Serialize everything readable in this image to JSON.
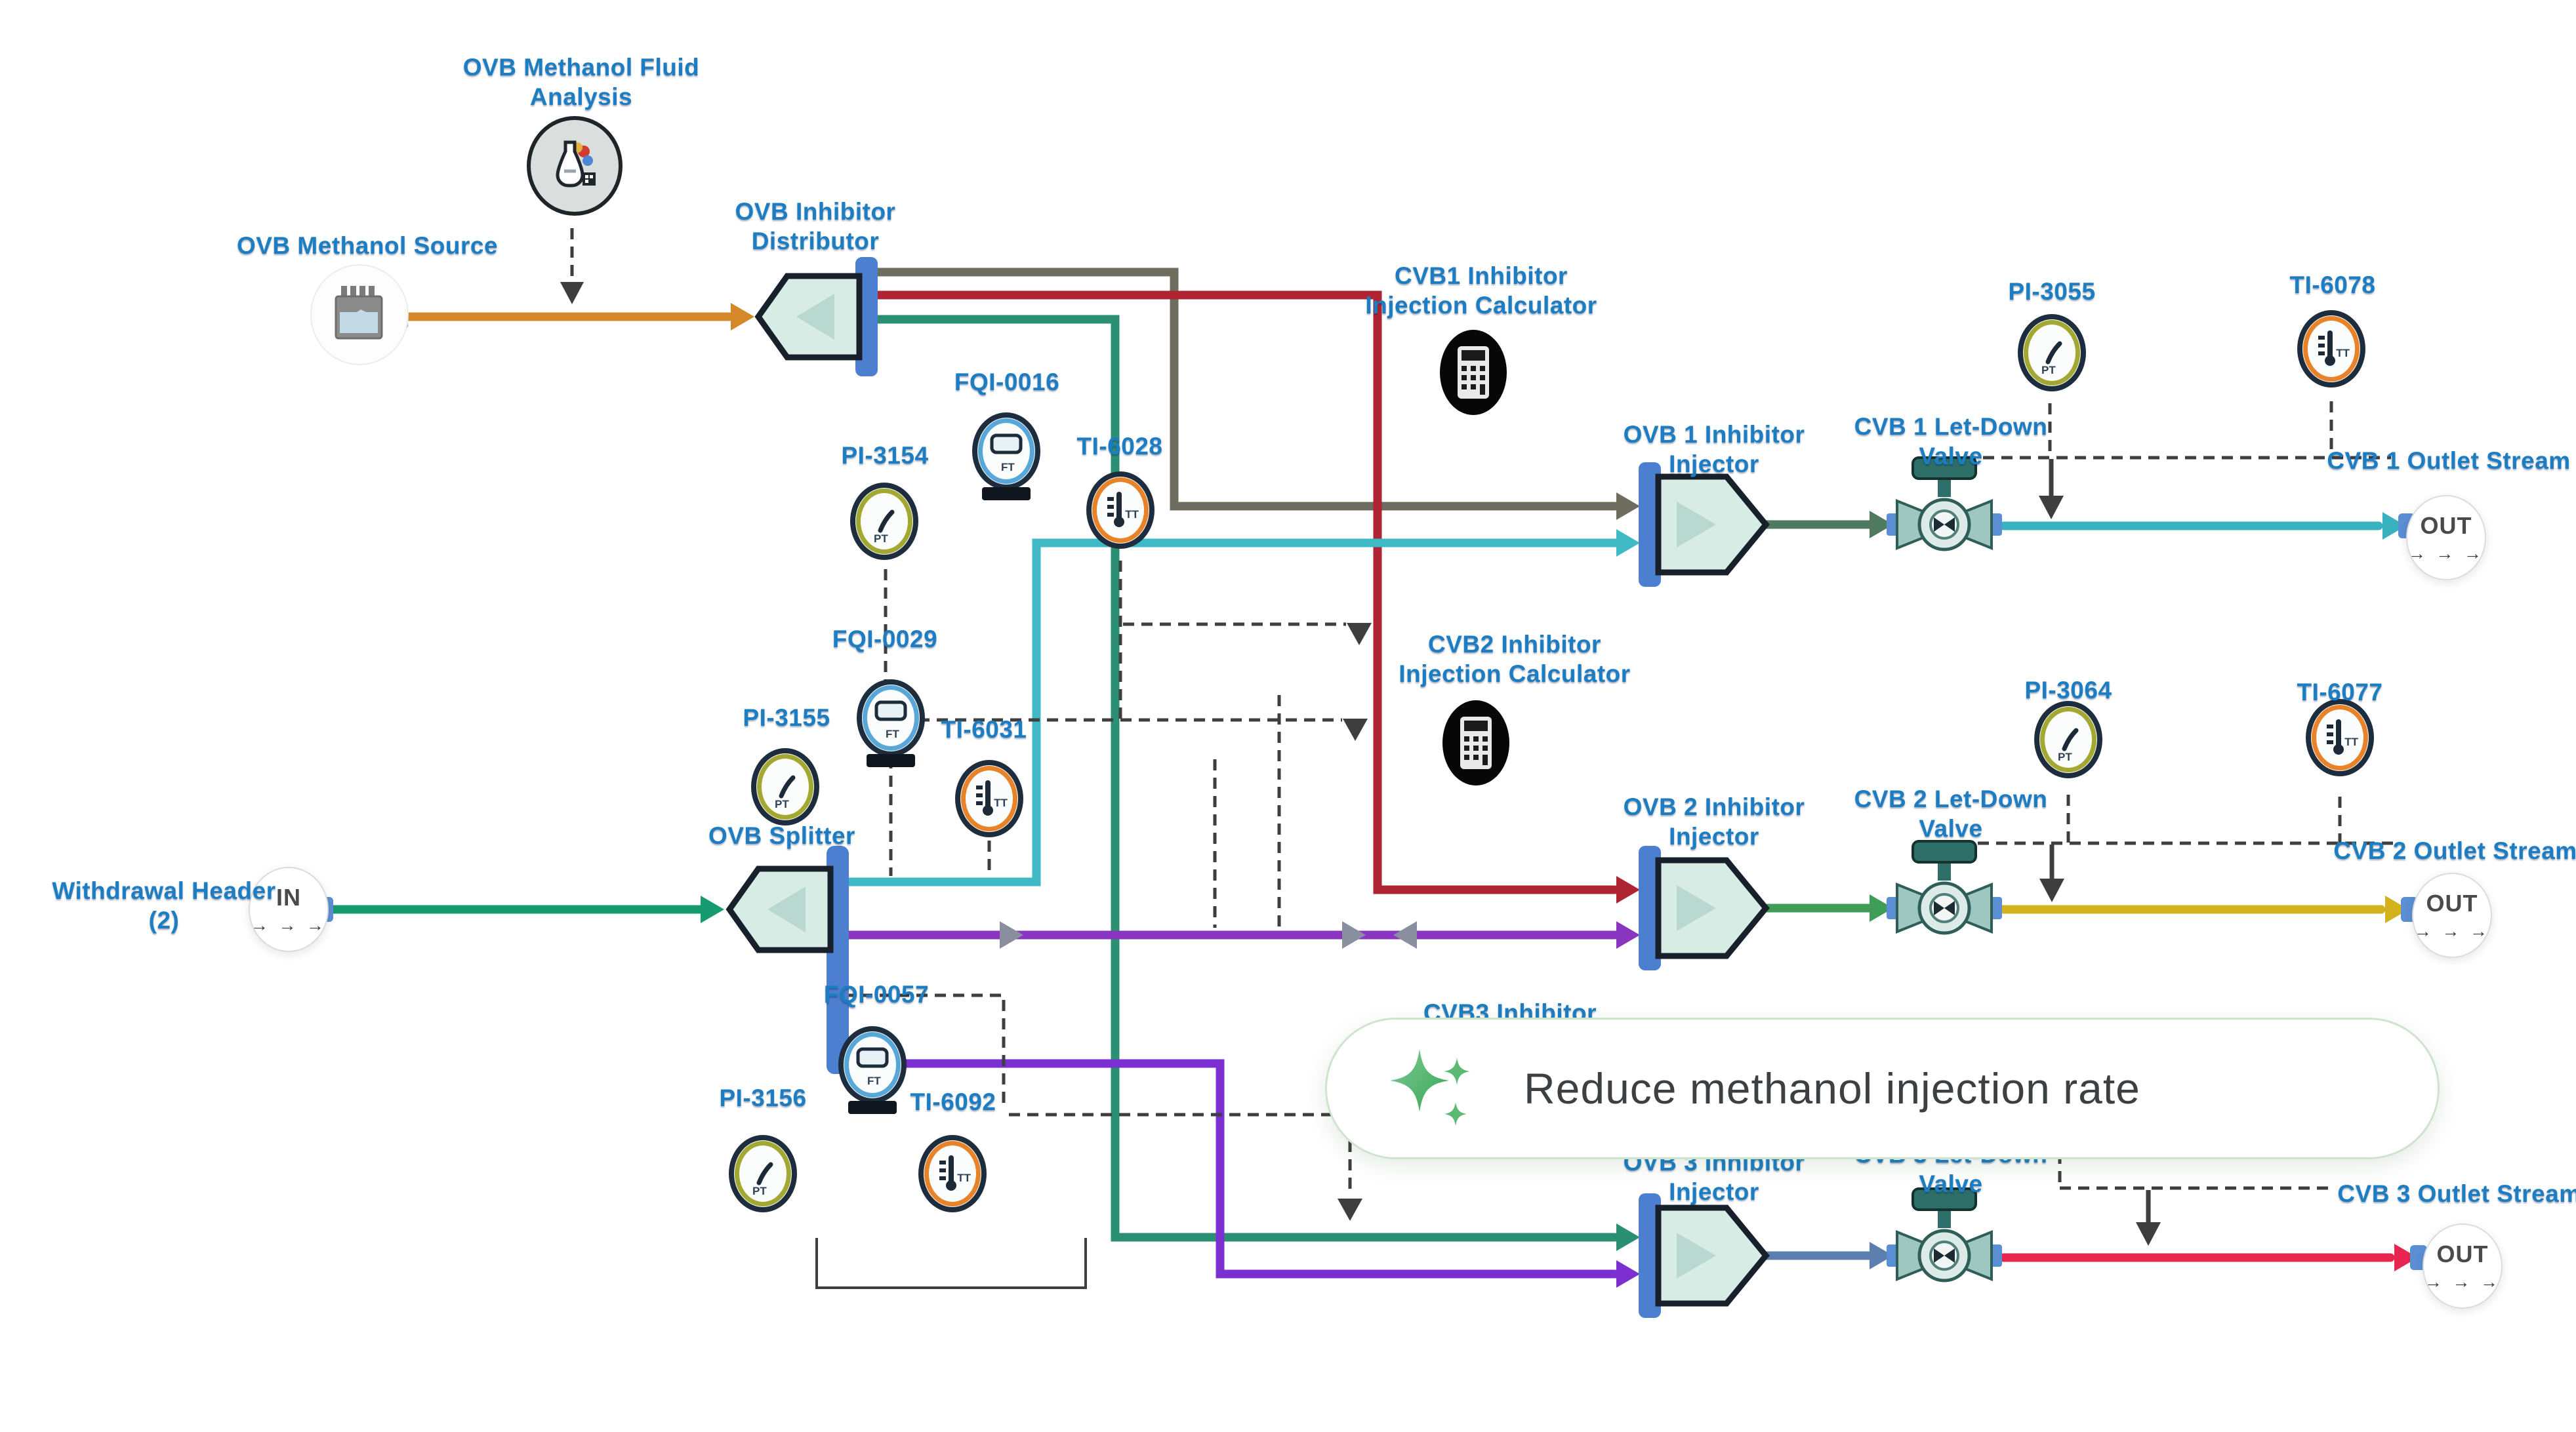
{
  "colors": {
    "label_blue": "#1d7dc2",
    "chip_border": "#cfe4cf",
    "chip_text": "#3c4043",
    "sparkle_green": "#34a853",
    "sparkle_green_light": "#81c995",
    "signal_dark": "#3e3e3e",
    "signal_gray": "#8a8fa0",
    "stream_orange": "#d4882a",
    "stream_gray": "#6f6d5f",
    "stream_red": "#ae2433",
    "stream_green_dist": "#2a8f73",
    "stream_green_in": "#169a70",
    "stream_teal": "#3fb9c4",
    "stream_purple_mid": "#8a35c0",
    "stream_purple_low": "#7c2fd0",
    "stream_sage": "#4f7a5e",
    "stream_teal_out": "#38b2be",
    "stream_green_out": "#3f9d57",
    "stream_yellow": "#d3b31d",
    "stream_slate": "#5c7fb0",
    "stream_pink": "#e8254f",
    "pentagon_fill": "#d8ece6",
    "pentagon_stroke": "#17202b",
    "pentagon_sheen": "#b9d8cf",
    "bar_blue": "#4d7fd0",
    "bar_stroke": "#2a4a74",
    "valve_dark": "#2d6e68",
    "valve_body": "#9ec7c0",
    "valve_face": "#dcebe7",
    "connector_blue": "#5b8fd4",
    "ring_pi": "#a3a832",
    "ring_ti": "#e8832a",
    "ring_fqi": "#57a8d8",
    "gauge_border": "#1e2d3d"
  },
  "icon_text": {
    "fqi": "FT",
    "pi": "PT",
    "ti": "TT"
  },
  "terminals": {
    "in": "IN",
    "out": "OUT",
    "arrows": "→ → →"
  },
  "suggestion": {
    "text": "Reduce methanol injection rate"
  },
  "labels": {
    "analysis_l1": "OVB Methanol Fluid",
    "analysis_l2": "Analysis",
    "source": "OVB Methanol Source",
    "distributor_l1": "OVB Inhibitor",
    "distributor_l2": "Distributor",
    "fqi0016": "FQI-0016",
    "pi3154": "PI-3154",
    "ti6028": "TI-6028",
    "calc1_l1": "CVB1 Inhibitor",
    "calc1_l2": "Injection Calculator",
    "inj1_l1": "OVB 1 Inhibitor",
    "inj1_l2": "Injector",
    "valve1_l1": "CVB 1 Let-Down",
    "valve1_l2": "Valve",
    "pi3055": "PI-3055",
    "ti6078": "TI-6078",
    "outlet1": "CVB 1 Outlet Stream",
    "fqi0029": "FQI-0029",
    "pi3155": "PI-3155",
    "ti6031": "TI-6031",
    "splitter": "OVB Splitter",
    "withdrawal_l1": "Withdrawal Header",
    "withdrawal_l2": "(2)",
    "fqi0057": "FQI-0057",
    "pi3156": "PI-3156",
    "ti6092": "TI-6092",
    "calc2_l1": "CVB2 Inhibitor",
    "calc2_l2": "Injection Calculator",
    "inj2_l1": "OVB 2 Inhibitor",
    "inj2_l2": "Injector",
    "valve2_l1": "CVB 2 Let-Down",
    "valve2_l2": "Valve",
    "pi3064": "PI-3064",
    "ti6077": "TI-6077",
    "outlet2": "CVB 2 Outlet Stream",
    "calc3_l1": "CVB3 Inhibitor",
    "inj3_l1": "OVB 3 Inhibitor",
    "inj3_l2": "Injector",
    "valve3_l1": "CVB 3 Let-Down",
    "valve3_l2": "Valve",
    "outlet3": "CVB 3 Outlet Stream"
  }
}
